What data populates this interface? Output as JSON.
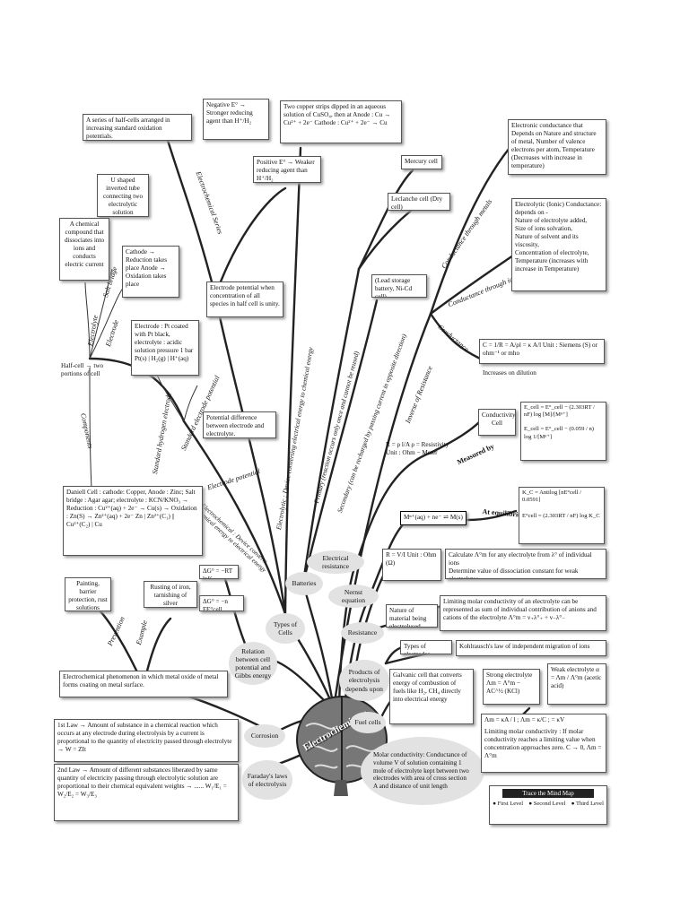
{
  "center": {
    "title": "Electrochemistry"
  },
  "legend": {
    "title": "Trace the Mind Map",
    "first": "First Level",
    "second": "Second Level",
    "third": "Third Level"
  },
  "level1": {
    "types_of_cells": "Types of Cells",
    "relation": "Relation between cell potential and Gibbs energy",
    "corrosion": "Corrosion",
    "faraday": "Faraday's laws of electrolysis",
    "batteries": "Batteries",
    "electrical_resistance": "Electrical resistance",
    "nernst": "Nernst equation",
    "resistance": "Resistance",
    "products": "Products of electrolysis depends upon",
    "fuel_cells": "Fuel cells",
    "molar_conductivity": "Molar conductivity: Conductance of volume V of solution containing 1 mole of electrolyte kept between two electrodes with area of cross section A and distance of unit length"
  },
  "branch_labels": {
    "electrochemical_series": "Electrochemical Series",
    "salt_bridge": "Salt bridge",
    "electrolyte": "Electrolyte",
    "electrode": "Electrode",
    "components": "Components",
    "standard_hydrogen": "Standard hydrogen electrode",
    "standard_electrode_potential": "Standard electrode potential",
    "electrode_potential": "Electrode potential",
    "electrochemical_device": "Electrochemical : Device converts chemical energy to electrical energy",
    "electrolytic_device": "Electrolytic : Device converting electrical energy to chemical energy",
    "primary": "Primary (reaction occurs only once and cannot be reused)",
    "secondary": "Secondary (can be recharged by passing current in opposite direction)",
    "conductance_metals": "Conductance through metals",
    "conductance_ions": "Conductance through ions",
    "conductance": "Conductance",
    "inverse_resistance": "Inverse of Resistance",
    "measured_by": "Measured by",
    "at_equilibrium": "At equilibrium",
    "prevention": "Prevention",
    "example": "Example"
  },
  "boxes": {
    "half_cells_series": "A series of half-cells arranged in increasing standard oxidation potentials.",
    "negative_e": "Negative E° → Stronger reducing agent than H⁺/H₂",
    "copper_strips": "Two copper strips dipped in an aqueous solution of CuSO₄, then at Anode : Cu → Cu²⁺ + 2e⁻ Cathode : Cu²⁺ + 2e⁻ → Cu",
    "mercury_cell": "Mercury cell",
    "electronic_conductance": "Electronic conductance that Depends on Nature and structure of metal, Number of valence electrons per atom, Temperature (Decreases with increase in temperature)",
    "u_shaped": "U shaped inverted tube connecting two electrolytic solution",
    "positive_e": "Positive E° → Weaker reducing agent than H⁺/H₂",
    "leclanche": "Leclanche cell (Dry cell)",
    "electrolytic_conductance_title": "Electrolytic (Ionic) Conductance: depends on -",
    "electrolytic_conductance_items": [
      "Nature of electrolyte added,",
      "Size of ions solvation,",
      "Nature of solvent and its viscosity,",
      "Concentration of electrolyte,",
      "Temperature (increases with increase in Temperature)"
    ],
    "chemical_compound": "A chemical compound that dissociates into ions and conducts electric current",
    "cathode_anode": "Cathode → Reduction takes place Anode → Oxidation takes place",
    "electrode_potential_box": "Electrode potential when concentration of all species in half cell is unity.",
    "lead_storage": "(Lead storage battery, Ni-Cd cell)",
    "conductance_formula": "C = 1/R = A/ρl = κ A/l  Unit : Siemens (S) or ohm⁻¹ or mho",
    "increases_dilution": "Increases on dilution",
    "electrode_pt": "Electrode : Pt coated with Pt black, electrolyte : acidic solution pressure 1 bar Pt(s) | H₂(g) | H⁺(aq)",
    "half_cell": "Half-cell → two portions of cell",
    "potential_difference": "Potential difference between electrode and electrolyte.",
    "conductivity_cell": "Conductivity Cell",
    "nernst_1": "E_cell = E°_cell − (2.303RT / nF) log [M]/[Mⁿ⁺]",
    "nernst_2": "E_cell = E°_cell − (0.059 / n) log 1/[Mⁿ⁺]",
    "resistivity": "R = ρ l/A   ρ = Resistivity   Unit : Ohm − Meter",
    "daniell_title": "Daniell Cell",
    "daniell": "Daniell Cell : cathode: Copper, Anode : Zinc; Salt bridge : Agar agar; electrolyte : KCN/KNO₃ → Reduction : Cu²⁺(aq) + 2e⁻ → Cu(s) → Oxidation : Zn(S) → Zn²⁺(aq) + 2e⁻  Zn | Zn²⁺(C₁) || Cu²⁺(C₂) | Cu",
    "equilibrium_species": "Mⁿ⁺(aq) + ne⁻ ⇌ M(s)",
    "kc": "K_C = Antilog [nE°cell / 0.0591]",
    "ecell_eq": "E°cell = (2.303RT / nF) log K_C",
    "gibbs_1": "ΔG° = −RT lnK",
    "gibbs_2": "ΔG° = −n FE°cell",
    "ohm": "R = V/I  Unit : Ohm (Ω)",
    "calc_list": [
      "Calculate Λ°m for any electrolyte from λ° of individual ions",
      "Determine value of dissociation constant for weak electrolytes"
    ],
    "painting": "Painting, barrier protection, rust solutions",
    "rusting": "Rusting of iron, tarnishing of silver",
    "nature_material": "Nature of material being electrolysed",
    "limiting_molar": "Limiting molar conductivity of an electrolyte can be represented as sum of individual contribution of anions and cations of the electrolyte Λ°m = ν₊λ°₊ + ν₋λ°₋",
    "types_electrodes": "Types of electrodes",
    "kohlrausch": "Kohlrausch's law of independent migration of ions",
    "electrochemical_phenomenon": "Electrochemical phenomenon in which metal oxide of metal forms coating on metal surface.",
    "galvanic": "Galvanic cell that converts energy of combustion of fuels like H₂, CH₄ directly into electrical energy",
    "strong_electrolyte": "Strong electrolyte  Λm = Λ°m − AC^½ (KCl)",
    "weak_electrolyte": "Weak electrolyte  α = Λm / Λ°m  (acetic acid)",
    "faraday_1": "1st Law → Amount of substance in a chemical reaction which occurs at any electrode during electrolysis by a current is proportional to the quantity of electricity passed through electrolyte → W = ZIt",
    "faraday_2": "2nd Law → Amount of different substances liberated by same quantity of electricity passing through electrolytic solution are proportional to their chemical equivalent weights → ...... W₁/E₁ = W₂/E₂ = W₃/E₃",
    "molar_conductivity_formula": "Λm = κA / l ; Λm = κ/C ; = κV",
    "limiting_value": "Limiting molar conductivity : If molar conductivity reaches a limiting value when concentration approaches zero. C → 0, Λm = Λ°m"
  }
}
